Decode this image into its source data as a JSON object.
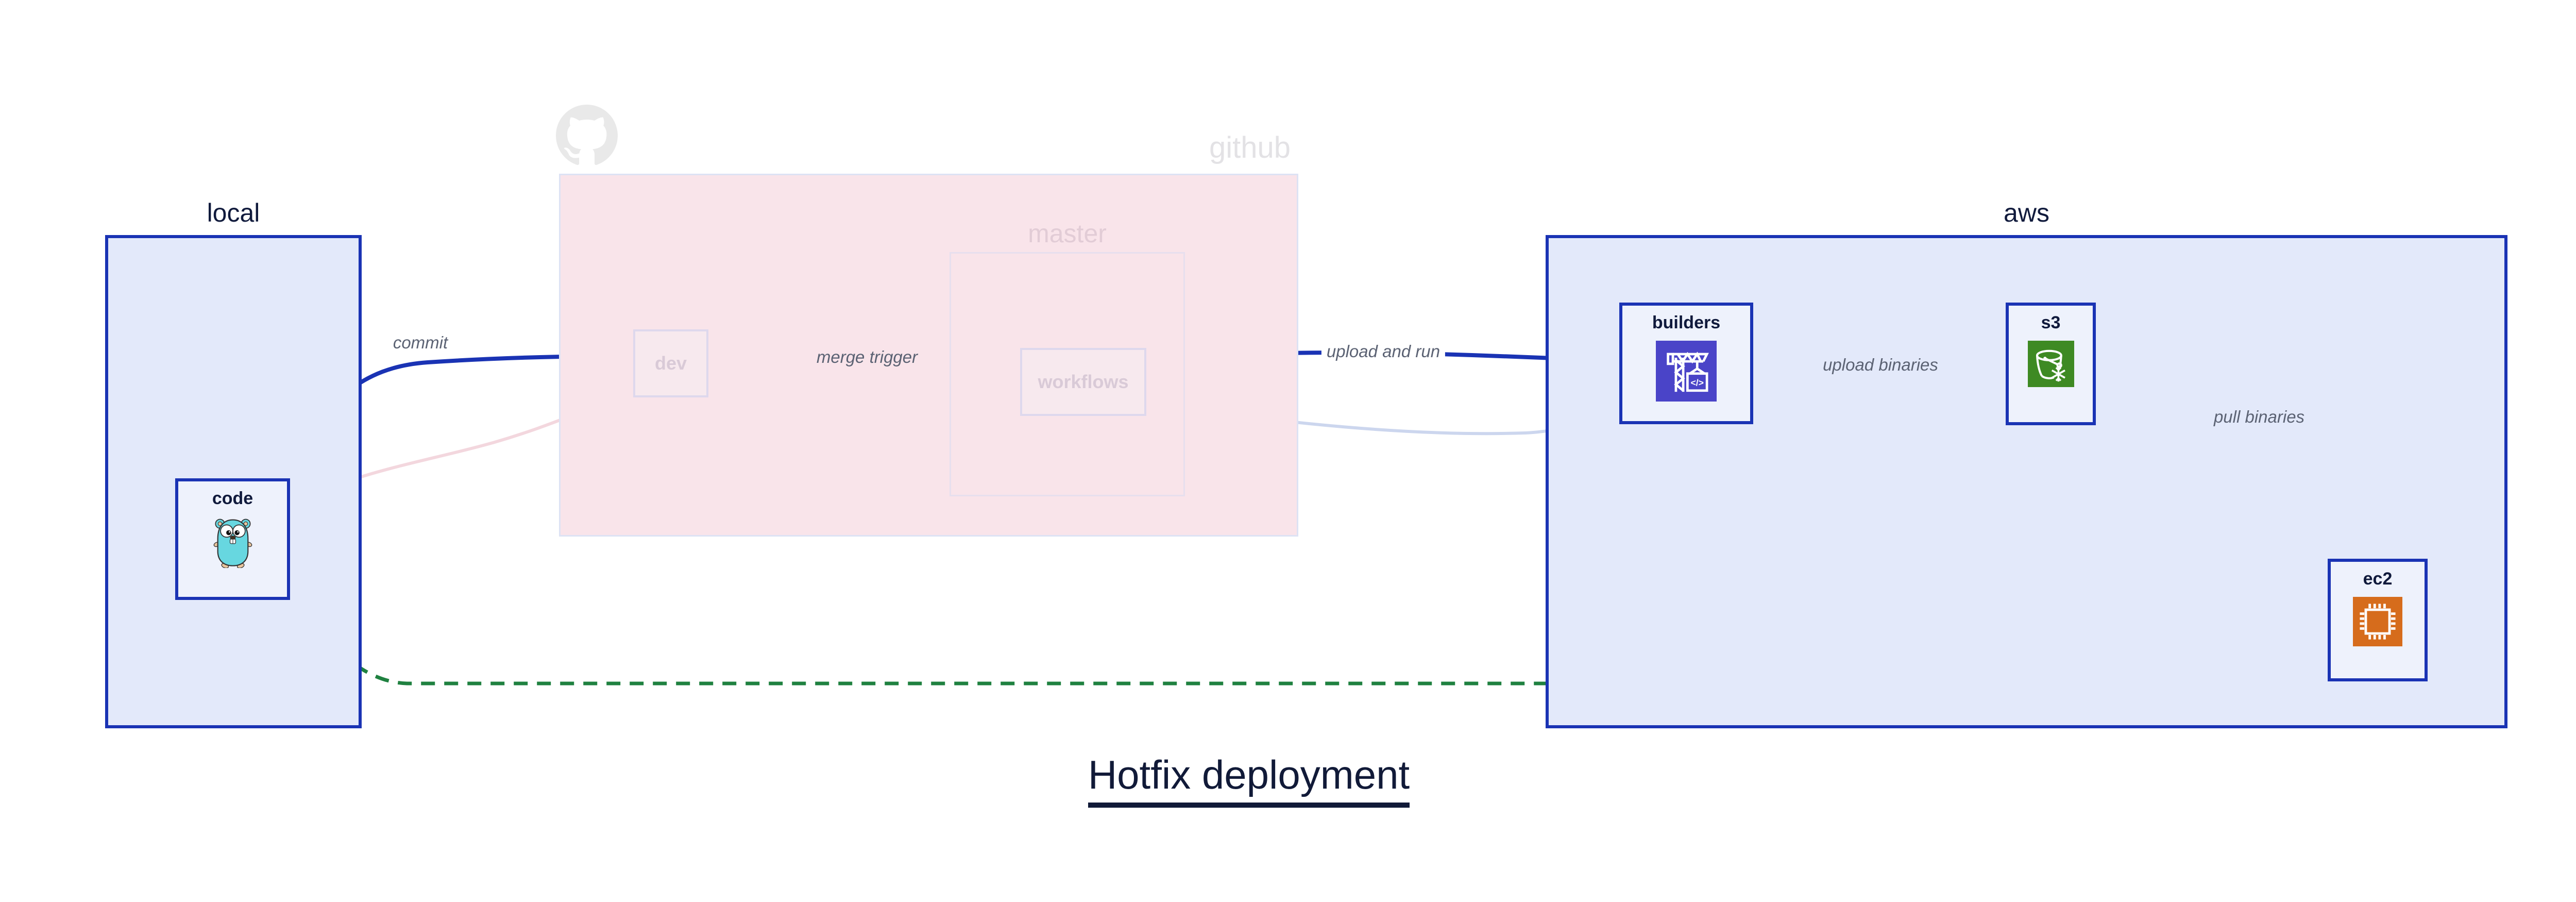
{
  "diagram_title": "Hotfix deployment",
  "groups": {
    "local": {
      "label": "local"
    },
    "github": {
      "label": "github",
      "master": {
        "label": "master"
      }
    },
    "aws": {
      "label": "aws"
    }
  },
  "nodes": {
    "code": {
      "label": "code",
      "icon": "go-gopher-icon"
    },
    "dev": {
      "label": "dev"
    },
    "workflows": {
      "label": "workflows"
    },
    "builders": {
      "label": "builders",
      "icon": "aws-codebuild-crane-icon",
      "icon_text": "</>"
    },
    "s3": {
      "label": "s3",
      "icon": "aws-s3-glacier-bucket-icon"
    },
    "ec2": {
      "label": "ec2",
      "icon": "aws-ec2-chip-icon"
    }
  },
  "edges": {
    "commit": {
      "label": "commit",
      "style": "solid-blue"
    },
    "merge_trigger": {
      "label": "merge trigger",
      "style": "solid-blue"
    },
    "upload_and_run": {
      "label": "upload and run",
      "style": "solid-blue"
    },
    "upload_binaries": {
      "label": "upload binaries",
      "style": "solid-blue"
    },
    "pull_binaries": {
      "label": "pull binaries",
      "style": "solid-blue"
    },
    "hotfix_path": {
      "label": "",
      "style": "dashed-green"
    },
    "code_to_dev_faded": {
      "label": "",
      "style": "faded-pink"
    },
    "dev_to_workflows_faded": {
      "label": "",
      "style": "faded-lavender"
    },
    "workflows_to_builders_faded": {
      "label": "",
      "style": "faded-lavender"
    }
  },
  "colors": {
    "edge_blue": "#1a33b4",
    "edge_green": "#1f8140",
    "edge_faded_pink": "#f3d7de",
    "edge_faded_lavender": "#d8d8ec",
    "box_border_blue": "#1a33b4",
    "box_fill_lavender": "#e3e9fa",
    "node_fill": "#eef2fc",
    "github_fill_pink": "#f9e4ea",
    "navy_text": "#101a3c",
    "edge_label_text": "#5b6273",
    "codebuild_purple": "#4a44c8",
    "s3_green": "#3e8a23",
    "ec2_orange": "#d66c1c",
    "gopher_teal": "#67d7e0",
    "octocat_gray": "#e9e9e9"
  }
}
